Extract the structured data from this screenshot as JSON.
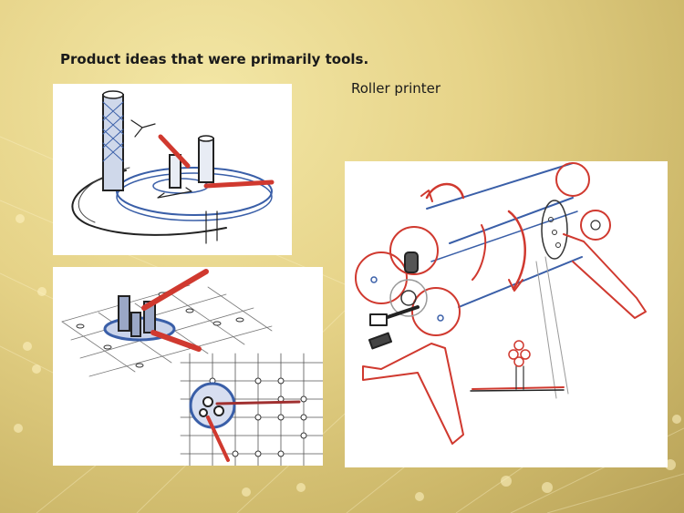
{
  "slide": {
    "title": "Product ideas that were primarily tools.",
    "caption": "Roller printer"
  },
  "colors": {
    "background": "#e6d388",
    "sketch_red": "#d0392f",
    "sketch_blue": "#3a5fa8",
    "sketch_dark": "#222222"
  },
  "figures": [
    {
      "name": "rotating-tool-sketch"
    },
    {
      "name": "grid-peg-tool-sketch"
    },
    {
      "name": "roller-printer-sketch"
    }
  ]
}
